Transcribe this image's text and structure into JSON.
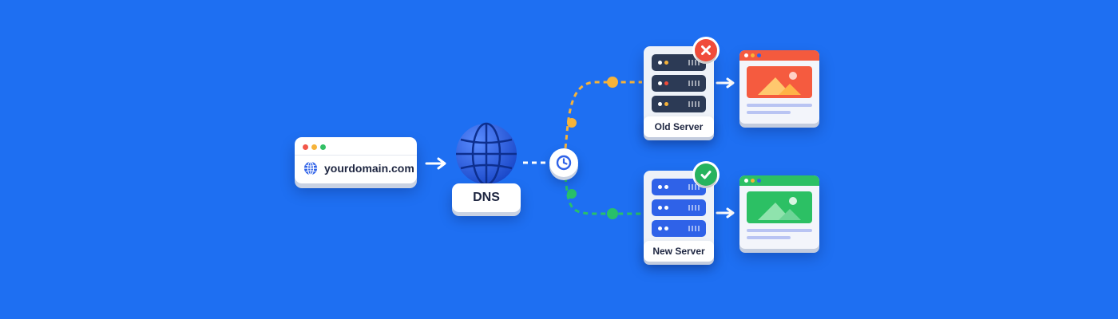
{
  "browser": {
    "url": "yourdomain.com",
    "dot_colors": [
      "#f2574a",
      "#f6b33a",
      "#33c065"
    ]
  },
  "dns": {
    "label": "DNS"
  },
  "servers": {
    "old": {
      "label": "Old Server",
      "status": "x-icon",
      "color": "#f04b3a"
    },
    "new": {
      "label": "New Server",
      "status": "check-icon",
      "color": "#27b35e"
    }
  },
  "paths": {
    "old_color": "#f6b33a",
    "new_color": "#28c06a"
  }
}
